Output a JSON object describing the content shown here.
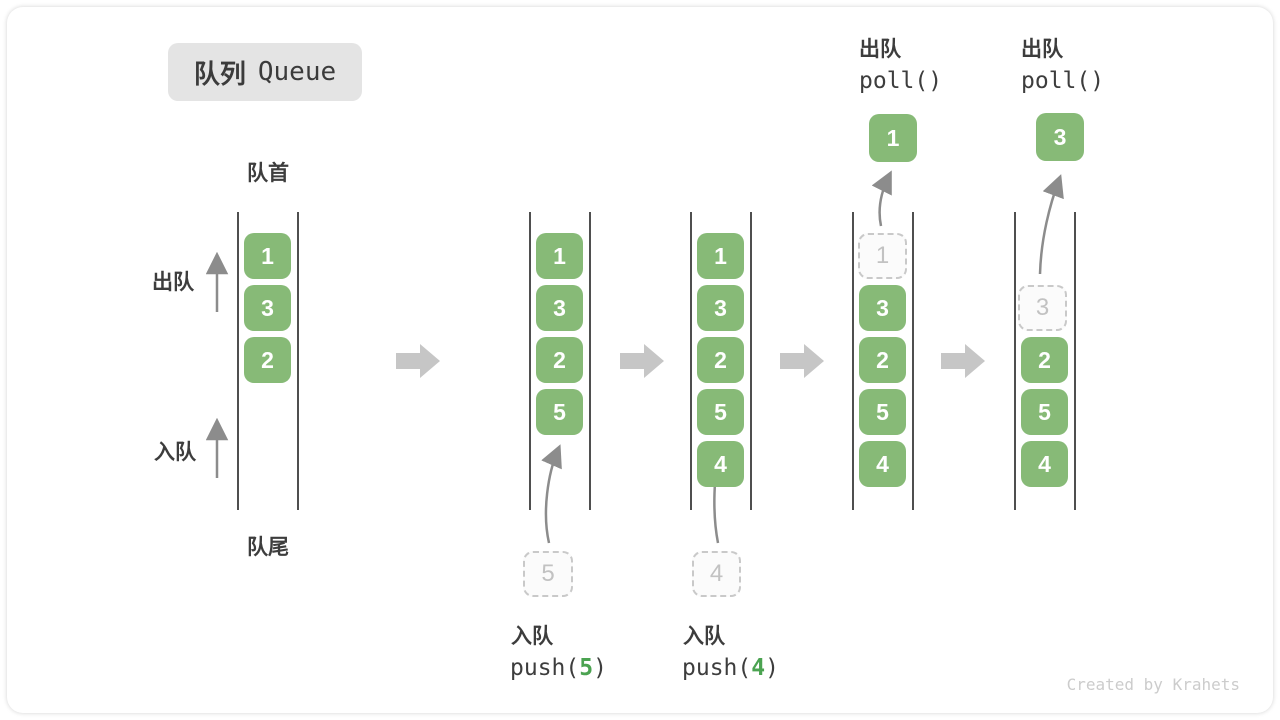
{
  "title": {
    "zh": "队列",
    "en": "Queue"
  },
  "annotations": {
    "front": "队首",
    "rear": "队尾",
    "dequeue_side": "出队",
    "enqueue_side": "入队"
  },
  "operations": {
    "push5": {
      "name": "入队",
      "fn_open": "push(",
      "arg": "5",
      "fn_close": ")"
    },
    "push4": {
      "name": "入队",
      "fn_open": "push(",
      "arg": "4",
      "fn_close": ")"
    },
    "poll_a": {
      "name": "出队",
      "fn": "poll()"
    },
    "poll_b": {
      "name": "出队",
      "fn": "poll()"
    }
  },
  "states": {
    "s1": {
      "items": [
        "1",
        "3",
        "2"
      ]
    },
    "s2": {
      "items": [
        "1",
        "3",
        "2",
        "5"
      ],
      "incoming": "5"
    },
    "s3": {
      "items": [
        "1",
        "3",
        "2",
        "5",
        "4"
      ],
      "incoming": "4"
    },
    "s4": {
      "removed": "1",
      "items": [
        "3",
        "2",
        "5",
        "4"
      ],
      "polled": "1"
    },
    "s5": {
      "removed": "3",
      "items": [
        "2",
        "5",
        "4"
      ],
      "polled": "3"
    }
  },
  "colors": {
    "box_green": "#87ba77",
    "accent_green": "#4ba351",
    "text_dark": "#3b3b3b",
    "wall_line": "#4f4f4f",
    "muted_gray": "#c6c6c6"
  },
  "watermark": "Created by Krahets"
}
